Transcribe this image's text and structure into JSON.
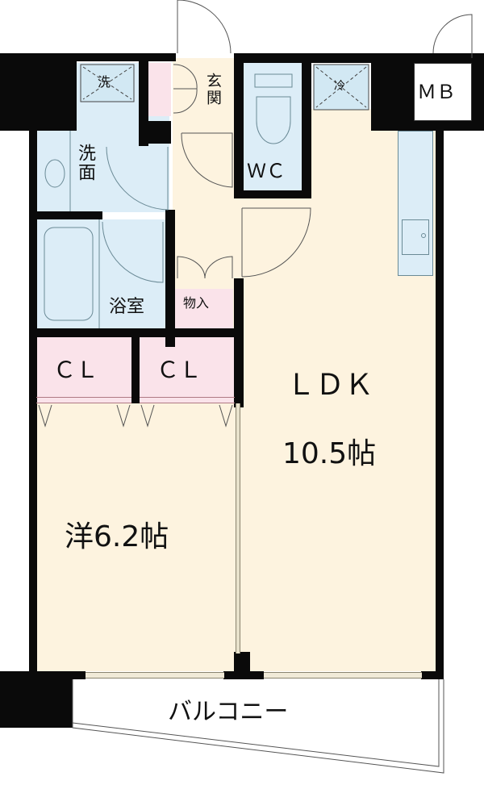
{
  "floor_plan": {
    "rooms": {
      "ldk": {
        "name": "ＬＤＫ",
        "size": "10.5帖"
      },
      "western_room": {
        "label": "洋6.2帖"
      },
      "entrance": {
        "label": "玄関"
      },
      "washroom": {
        "label": "洗面"
      },
      "washing_machine": {
        "label": "洗"
      },
      "refrigerator": {
        "label": "冷"
      },
      "toilet": {
        "label": "ＷＣ"
      },
      "bathroom": {
        "label": "浴室"
      },
      "storage": {
        "label": "物入"
      },
      "closet_1": {
        "label": "ＣＬ"
      },
      "closet_2": {
        "label": "ＣＬ"
      },
      "meter_box": {
        "label": "ＭＢ"
      },
      "balcony": {
        "label": "バルコニー"
      }
    },
    "colors": {
      "wall": "#0a0a0a",
      "wet_area": "#dcedf7",
      "living_area": "#fdf3df",
      "storage_area": "#fae3ea",
      "balcony": "#ffffff"
    }
  }
}
